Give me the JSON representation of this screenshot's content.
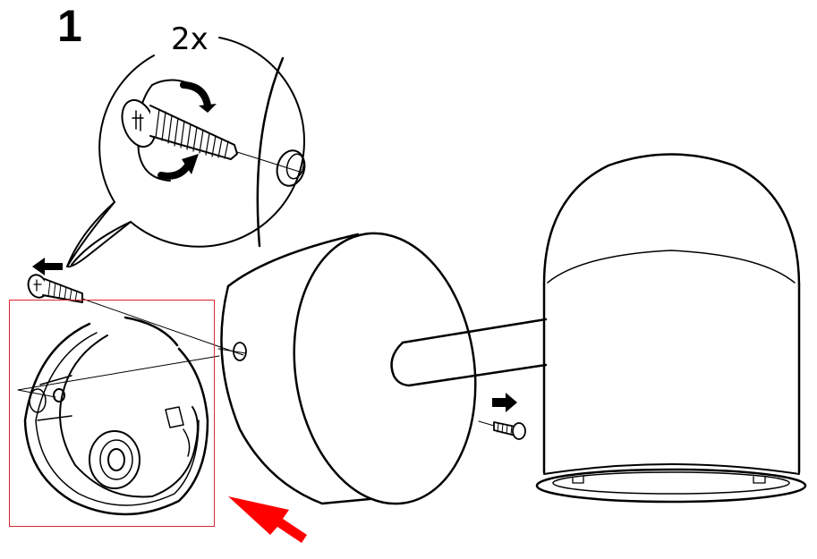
{
  "instruction": {
    "step_number": "1",
    "quantity_label": "2x"
  },
  "annotations": {
    "highlight_box_color": "#d9262b",
    "pointer_arrow_color": "#ff0000"
  },
  "parts": [
    {
      "name": "wall-mount-bracket",
      "highlighted": true
    },
    {
      "name": "mounting-screw-detail",
      "count": 2
    },
    {
      "name": "lamp-base-cylinder"
    },
    {
      "name": "lamp-arm"
    },
    {
      "name": "lamp-head-dome"
    },
    {
      "name": "small-set-screw"
    }
  ]
}
